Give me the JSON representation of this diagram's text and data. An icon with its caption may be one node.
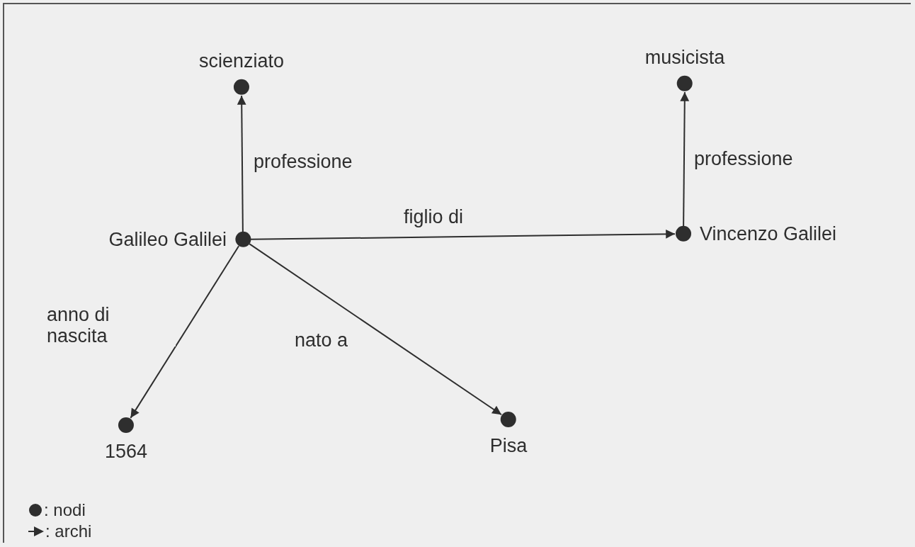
{
  "diagram": {
    "nodes": [
      {
        "text": [
          "scienziato"
        ]
      },
      {
        "text": [
          "musicista"
        ]
      },
      {
        "text": [
          "Galileo Galilei"
        ]
      },
      {
        "text": [
          "Vincenzo Galilei"
        ]
      },
      {
        "text": [
          "1564"
        ]
      },
      {
        "text": [
          "Pisa"
        ]
      }
    ],
    "edges": [
      {
        "from": 2,
        "to": 0,
        "arrow": "to",
        "label": "professione"
      },
      {
        "from": 3,
        "to": 1,
        "arrow": "to",
        "label": "professione"
      },
      {
        "from": 2,
        "to": 3,
        "arrow": "to",
        "label": "figlio di"
      },
      {
        "from": 2,
        "to": 4,
        "arrow": "to",
        "label": "anno di nascita"
      },
      {
        "from": 2,
        "to": 5,
        "arrow": "to",
        "label": "nato a"
      }
    ],
    "legend": [
      {
        "text": ": nodi"
      },
      {
        "text": ": archi"
      }
    ]
  }
}
